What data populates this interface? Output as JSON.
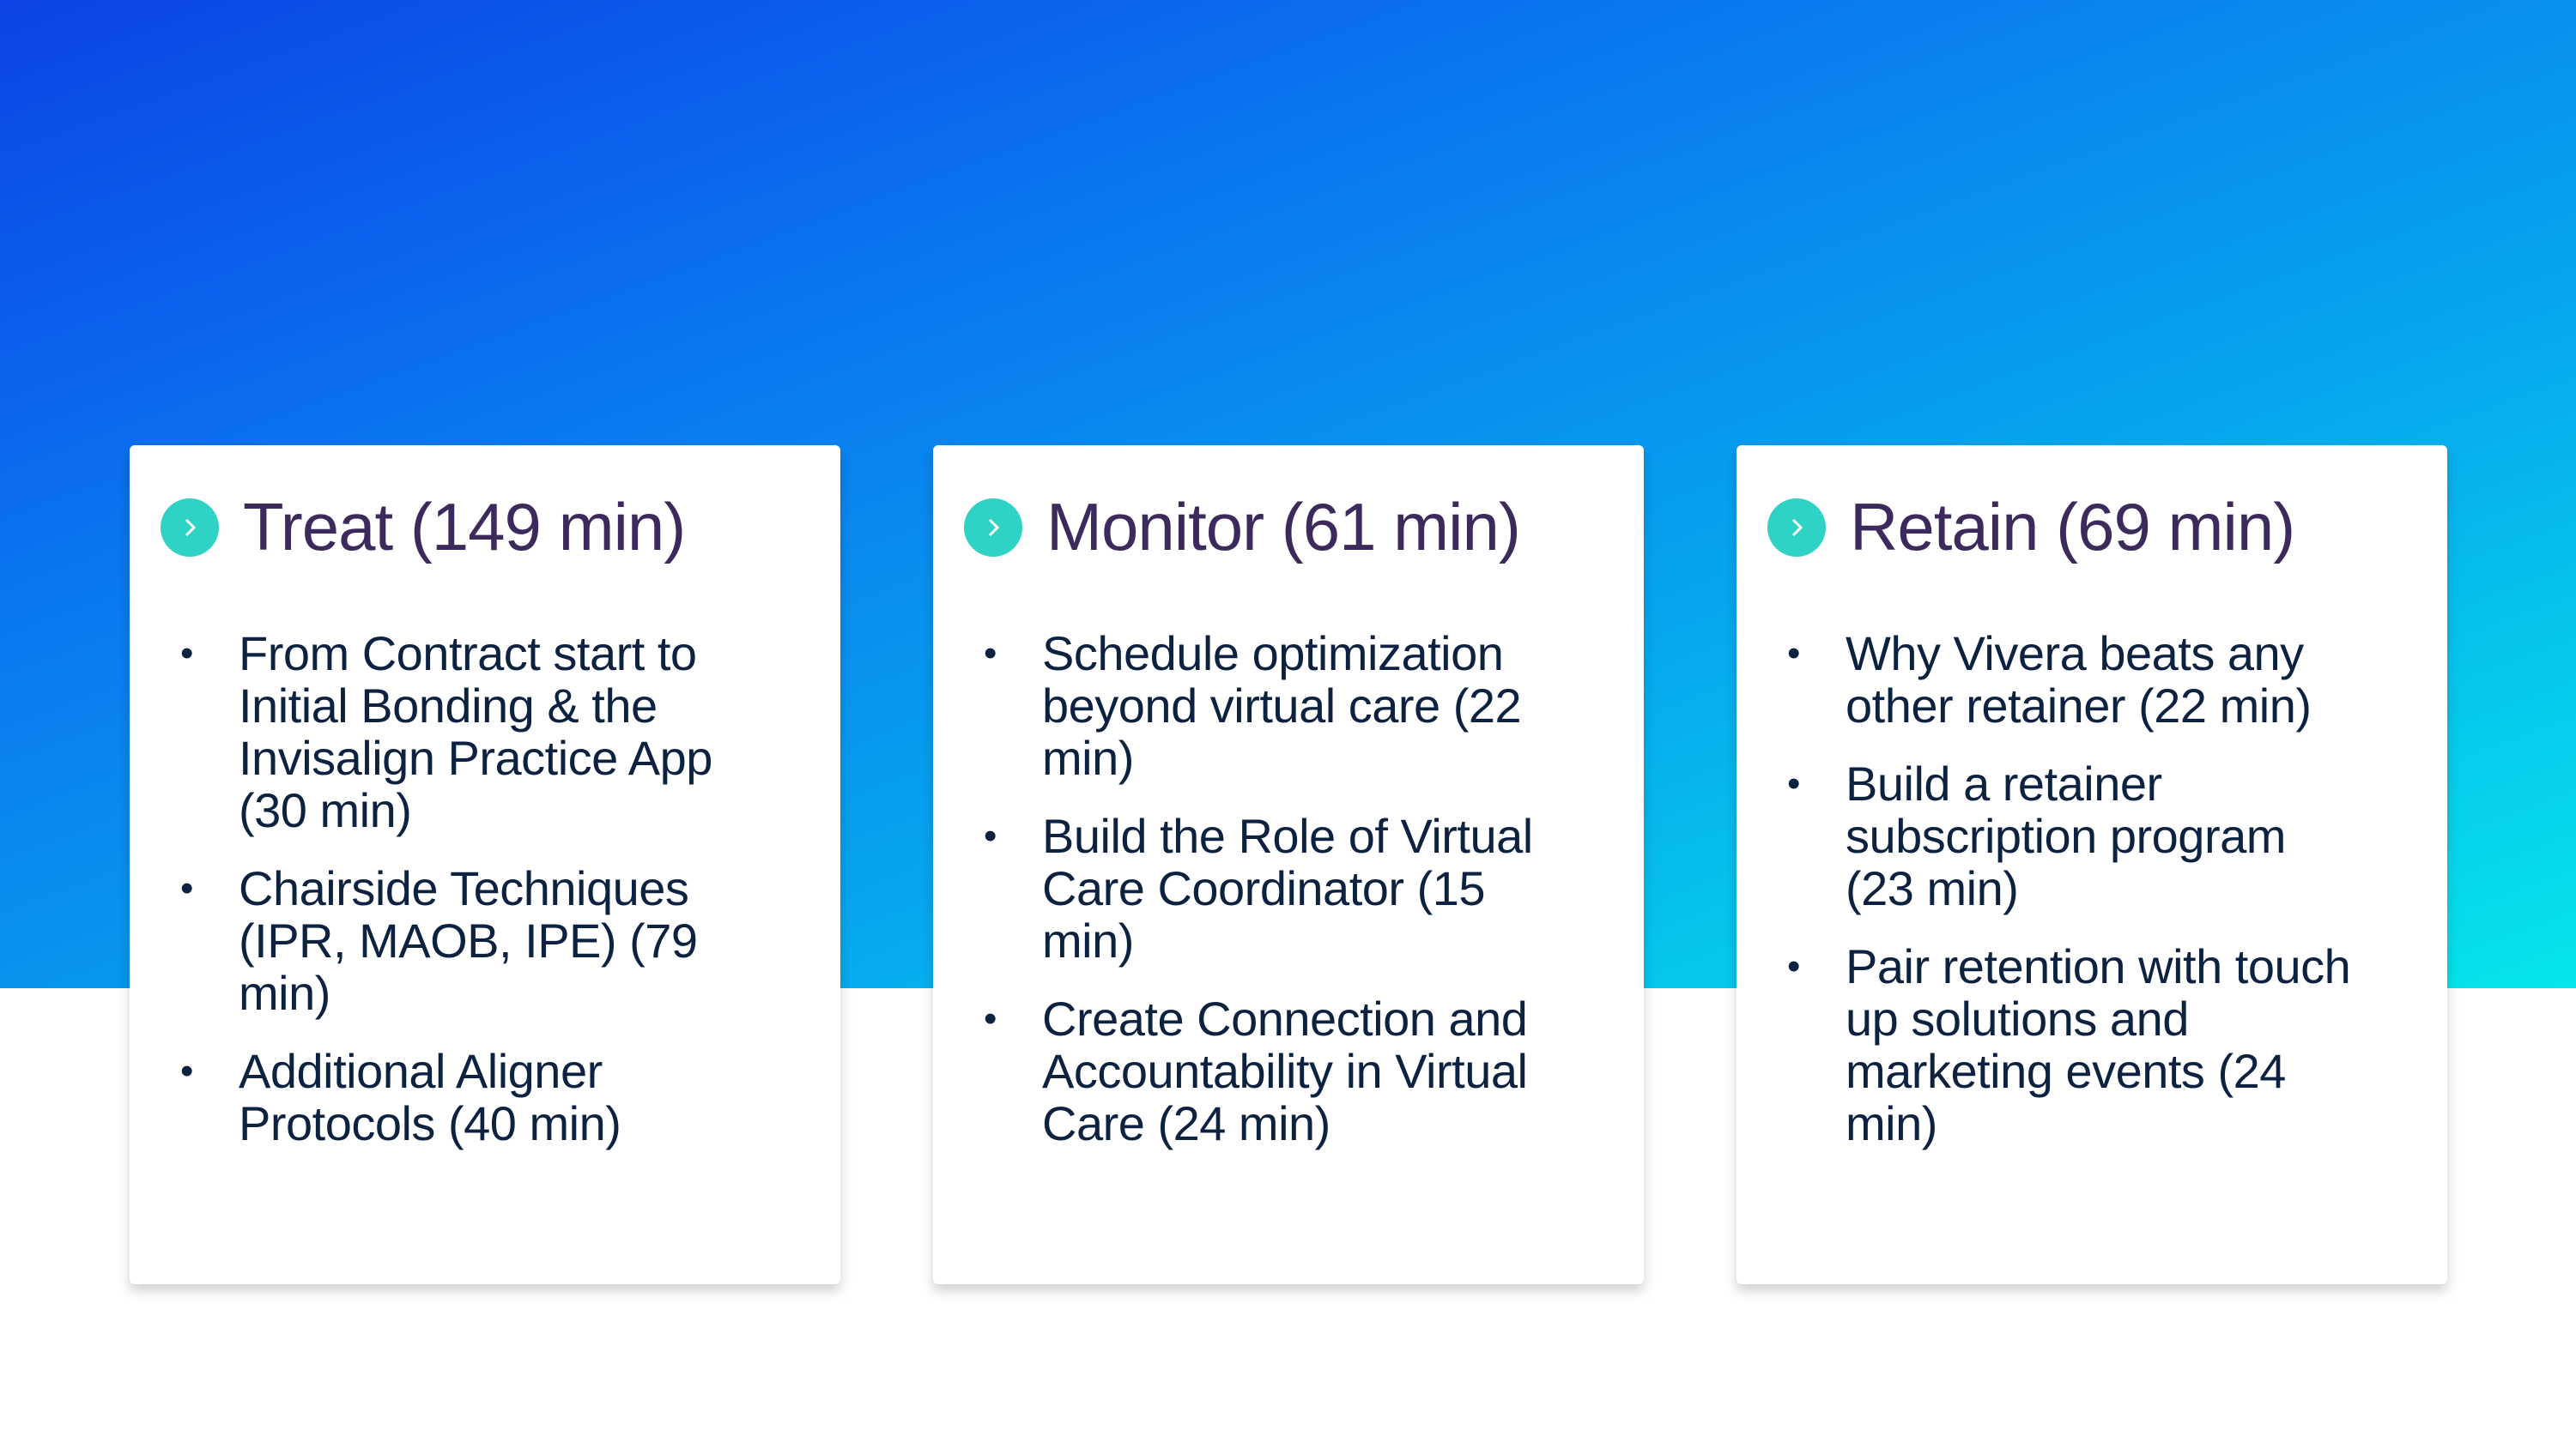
{
  "cards": [
    {
      "title": "Treat (149 min)",
      "items": [
        "From Contract start to Initial Bonding & the Invisalign Practice App (30 min)",
        "Chairside Techniques (IPR, MAOB, IPE) (79 min)",
        "Additional Aligner Protocols (40 min)"
      ]
    },
    {
      "title": "Monitor (61 min)",
      "items": [
        "Schedule optimization beyond virtual care (22 min)",
        "Build the Role of Virtual Care Coordinator (15 min)",
        "Create Connection and Accountability in Virtual Care (24 min)"
      ]
    },
    {
      "title": "Retain (69 min)",
      "items": [
        "Why Vivera beats any other retainer (22 min)",
        "Build a retainer subscription program (23 min)",
        "Pair retention with touch up solutions and marketing events (24 min)"
      ]
    }
  ],
  "colors": {
    "accent": "#2fd3c6",
    "title": "#3d2a5c",
    "text": "#0d2240"
  }
}
